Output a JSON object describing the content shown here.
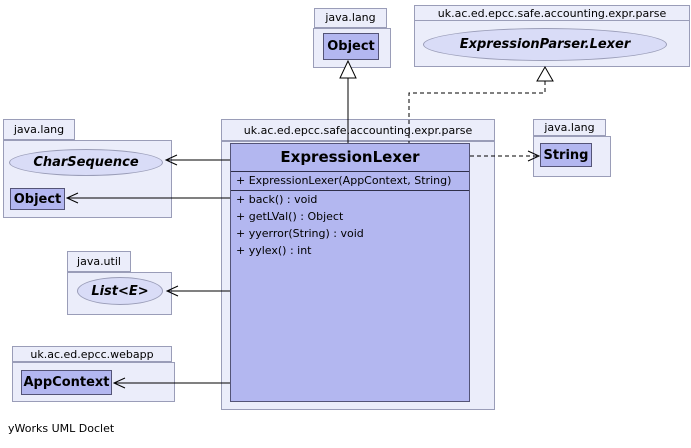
{
  "footer_label": "yWorks UML Doclet",
  "colors": {
    "package_fill": "#ebedfa",
    "node_fill": "#b3b7f0",
    "interface_fill": "#d9dcf7",
    "package_border": "#9a9db8",
    "node_border": "#545477"
  },
  "packages": {
    "top_javalang": {
      "name": "java.lang",
      "node": "Object"
    },
    "parse_interface": {
      "name": "uk.ac.ed.epcc.safe.accounting.expr.parse",
      "interface_name": "ExpressionParser.Lexer"
    },
    "parse_main": {
      "name": "uk.ac.ed.epcc.safe.accounting.expr.parse",
      "cls": {
        "title": "ExpressionLexer",
        "constructor": "+ ExpressionLexer(AppContext, String)",
        "methods": [
          "+ back() : void",
          "+ getLVal() : Object",
          "+ yyerror(String) : void",
          "+ yylex() : int"
        ]
      }
    },
    "left_javalang": {
      "name": "java.lang",
      "interface_name": "CharSequence",
      "node": "Object"
    },
    "javautil": {
      "name": "java.util",
      "interface_name": "List<E>"
    },
    "webapp": {
      "name": "uk.ac.ed.epcc.webapp",
      "node": "AppContext"
    },
    "right_javalang": {
      "name": "java.lang",
      "node": "String"
    }
  },
  "edges": [
    {
      "type": "extends",
      "from": "ExpressionLexer",
      "to": "java.lang.Object",
      "line": "solid",
      "arrow": "hollow-triangle"
    },
    {
      "type": "implements",
      "from": "ExpressionLexer",
      "to": "ExpressionParser.Lexer",
      "line": "dashed",
      "arrow": "hollow-triangle"
    },
    {
      "type": "uses",
      "from": "ExpressionLexer",
      "to": "CharSequence",
      "line": "solid",
      "arrow": "open"
    },
    {
      "type": "uses",
      "from": "ExpressionLexer",
      "to": "java.lang.Object",
      "line": "solid",
      "arrow": "open"
    },
    {
      "type": "uses",
      "from": "ExpressionLexer",
      "to": "List<E>",
      "line": "solid",
      "arrow": "open"
    },
    {
      "type": "uses",
      "from": "ExpressionLexer",
      "to": "AppContext",
      "line": "solid",
      "arrow": "open"
    },
    {
      "type": "depends",
      "from": "ExpressionLexer",
      "to": "java.lang.String",
      "line": "dashed",
      "arrow": "open"
    }
  ]
}
